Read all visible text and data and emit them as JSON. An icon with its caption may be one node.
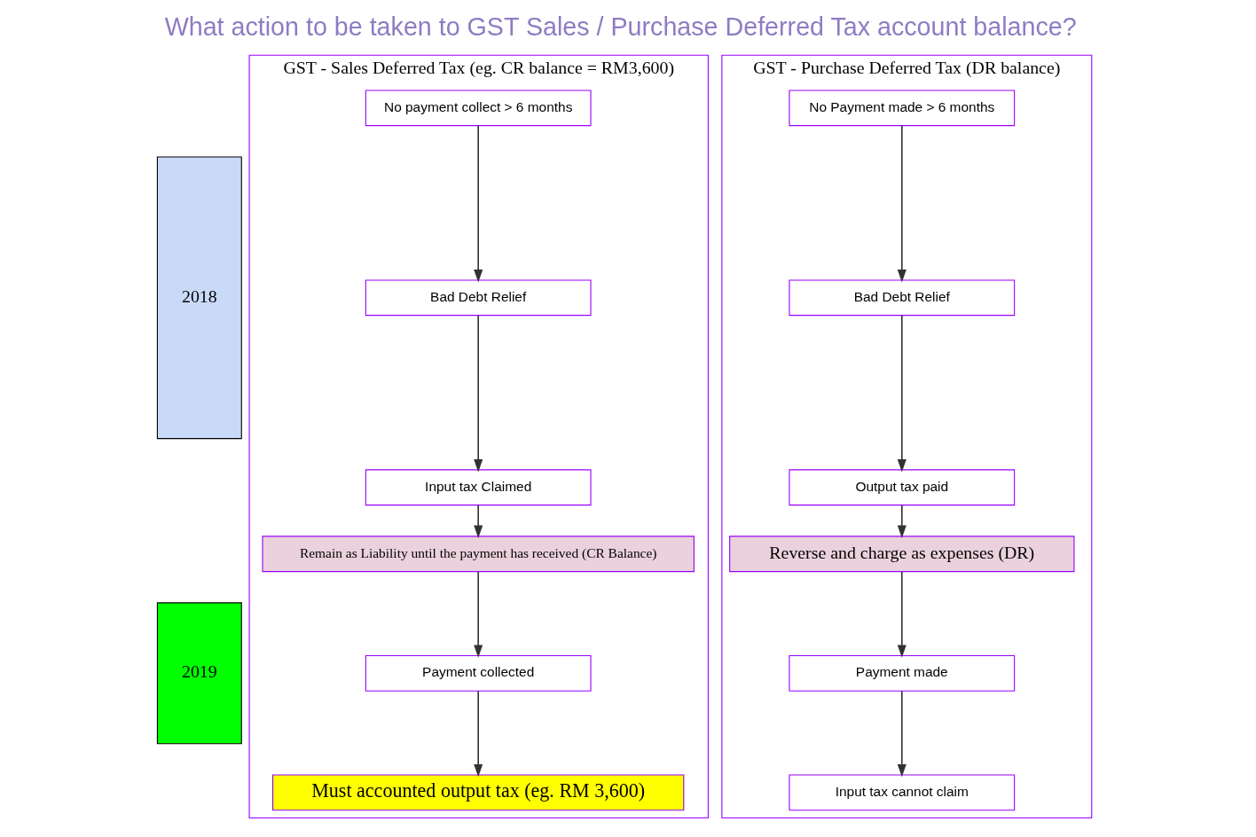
{
  "diagram": {
    "title": "What action to be taken to GST Sales / Purchase Deferred Tax account balance?",
    "nodes": [
      {
        "text": [
          "2018"
        ]
      },
      {
        "text": [
          "2019"
        ]
      },
      {
        "text": [
          "GST - Sales Deferred Tax (eg. CR balance = RM3,600)"
        ]
      },
      {
        "text": [
          "No payment collect > 6 months"
        ],
        "in": 2
      },
      {
        "text": [
          "Bad Debt Relief"
        ],
        "in": 2
      },
      {
        "text": [
          "Input tax Claimed"
        ],
        "in": 2
      },
      {
        "text": [
          "Remain as Liability until the payment has received (CR Balance)"
        ],
        "in": 2
      },
      {
        "text": [
          "GST - Purchase Deferred Tax (DR balance)"
        ]
      },
      {
        "text": [
          "No Payment made > 6 months"
        ],
        "in": 7
      },
      {
        "text": [
          "Bad Debt Relief"
        ],
        "in": 7
      },
      {
        "text": [
          "Output tax paid"
        ],
        "in": 7
      },
      {
        "text": [
          "Reverse and charge as expenses (DR)"
        ],
        "in": 7
      },
      {
        "text": [
          "Payment collected"
        ],
        "in": 2
      },
      {
        "text": [
          "Must accounted output tax (eg. RM 3,600)"
        ],
        "in": 2
      },
      {
        "text": [
          "Payment made"
        ],
        "in": 7
      },
      {
        "text": [
          "Input tax cannot claim"
        ],
        "in": 7
      }
    ],
    "edges": [
      {
        "from": 3,
        "to": 4,
        "arrow": "to"
      },
      {
        "from": 4,
        "to": 5,
        "arrow": "to"
      },
      {
        "from": 5,
        "to": 6,
        "arrow": "to"
      },
      {
        "from": 6,
        "to": 12,
        "arrow": "to"
      },
      {
        "from": 12,
        "to": 13,
        "arrow": "to"
      },
      {
        "from": 8,
        "to": 9,
        "arrow": "to"
      },
      {
        "from": 9,
        "to": 10,
        "arrow": "to"
      },
      {
        "from": 10,
        "to": 11,
        "arrow": "to"
      },
      {
        "from": 11,
        "to": 14,
        "arrow": "to"
      },
      {
        "from": 14,
        "to": 15,
        "arrow": "to"
      }
    ]
  }
}
